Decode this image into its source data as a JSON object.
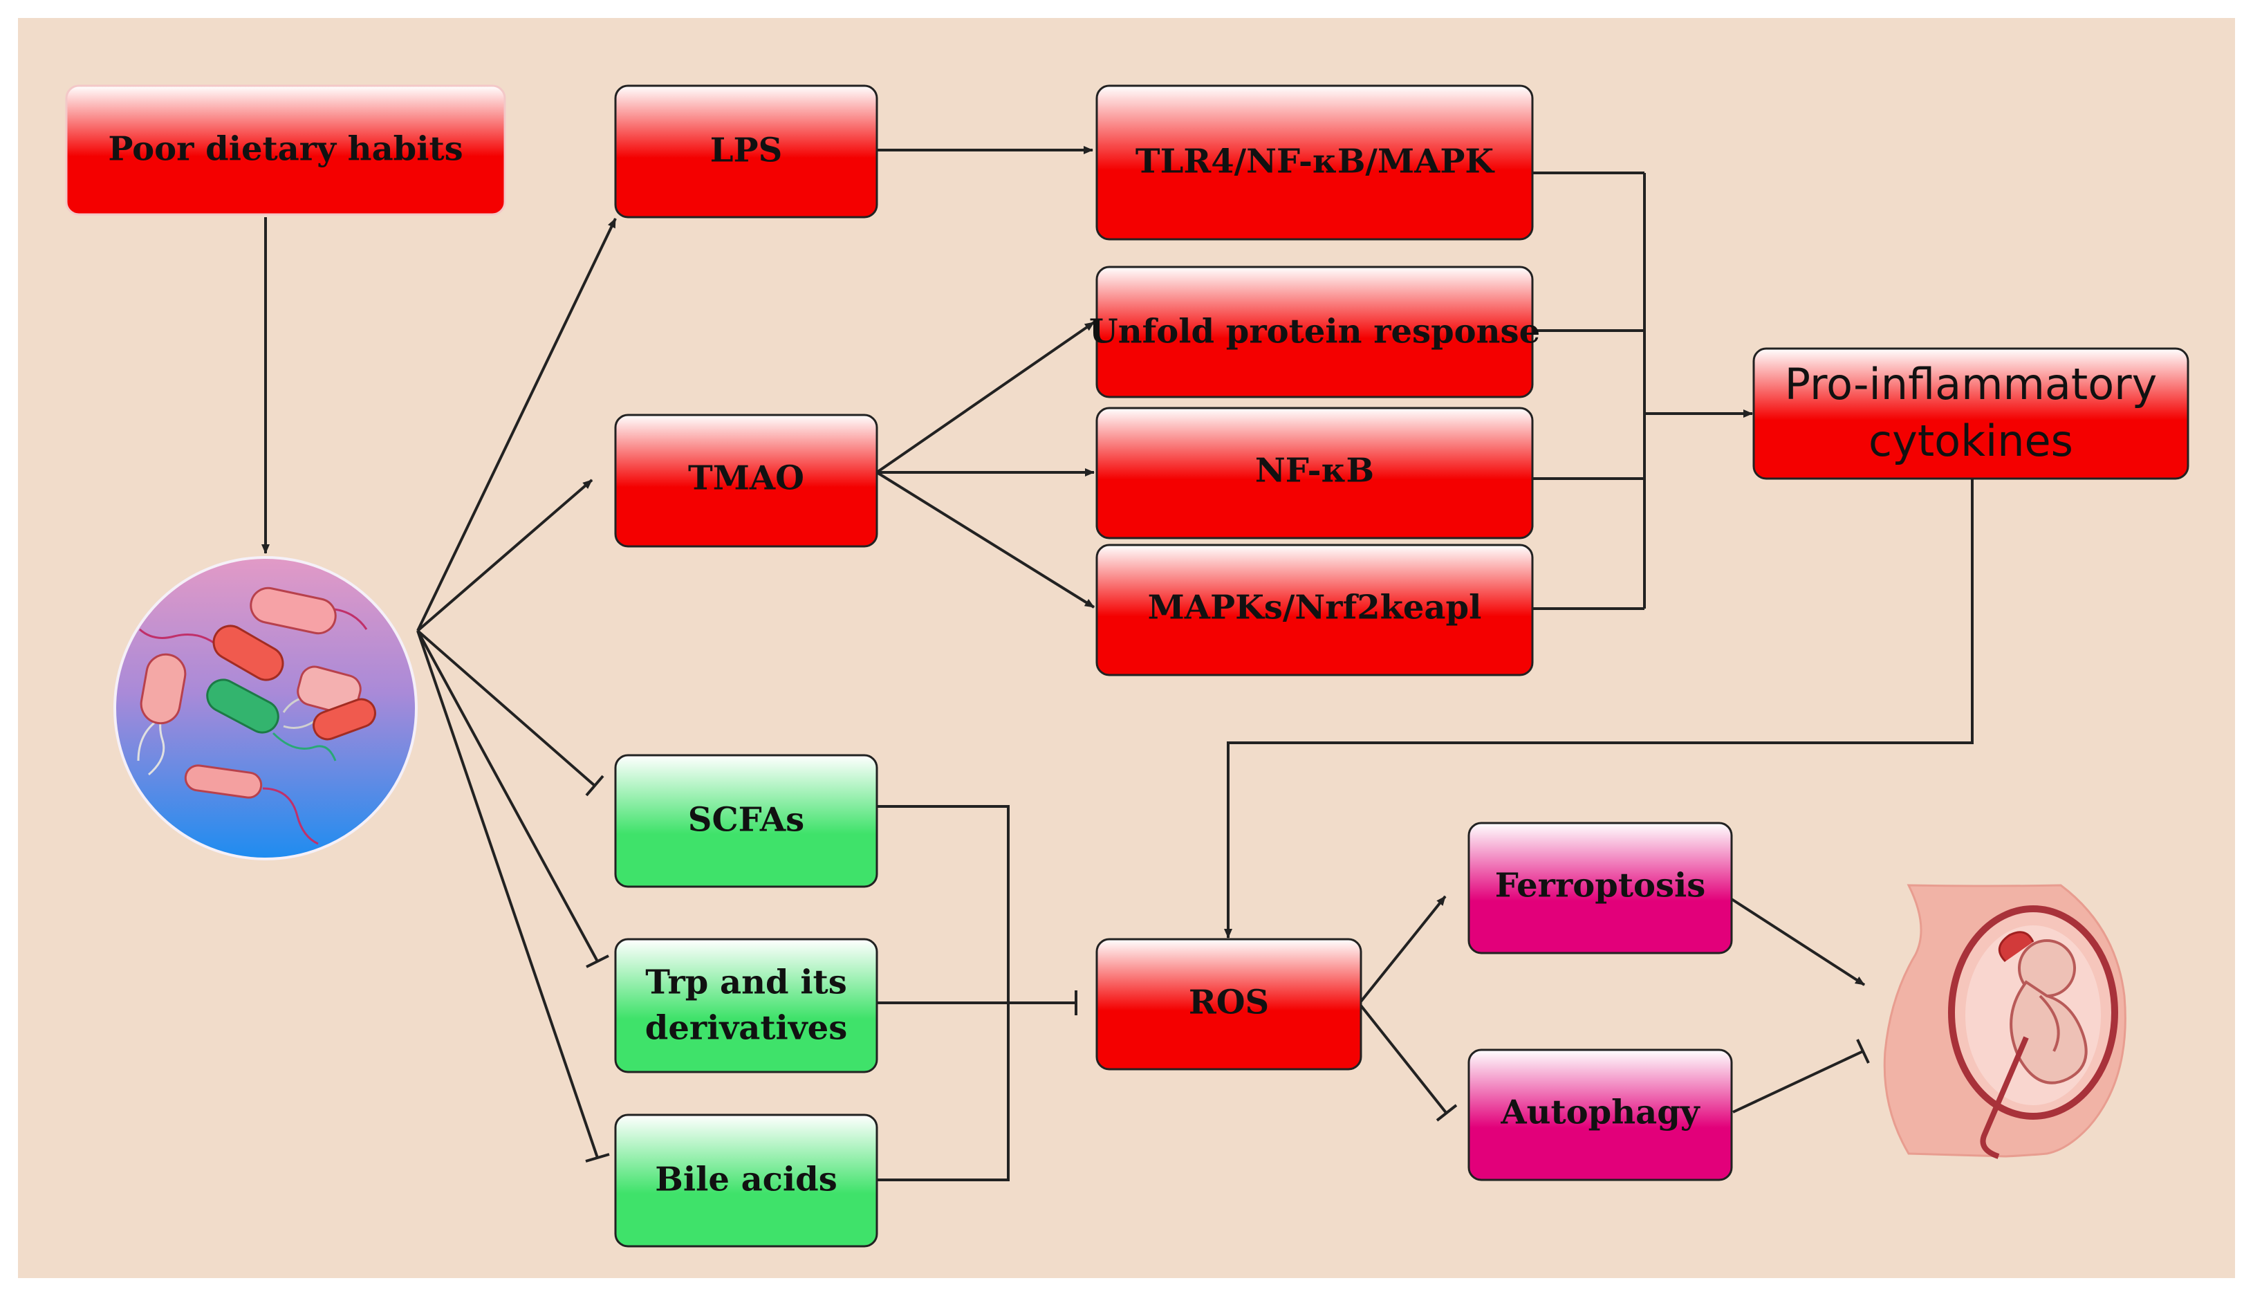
{
  "colors": {
    "background": "#f1dcca",
    "red_top": "#ffffff",
    "red_bottom": "#f40000",
    "green_top": "#ffffff",
    "green_bottom": "#3fe26a",
    "pink_top": "#ffffff",
    "pink_bottom": "#e2007a",
    "edge": "#222222"
  },
  "nodes": {
    "diet": "Poor dietary habits",
    "lps": "LPS",
    "tmao": "TMAO",
    "scfas": "SCFAs",
    "trp_line1": "Trp and its",
    "trp_line2": "derivatives",
    "bile": "Bile acids",
    "tlr4": "TLR4/NF-κB/MAPK",
    "upr": "Unfold protein response",
    "nfkb": "NF-κB",
    "mapks": "MAPKs/Nrf2keapl",
    "cyto_line1": "Pro-inflammatory",
    "cyto_line2": "cytokines",
    "ros": "ROS",
    "ferro": "Ferroptosis",
    "auto": "Autophagy"
  },
  "icons": {
    "microbiota": "gut-bacteria-icon",
    "pregnancy": "pregnant-uterus-fetus-icon"
  }
}
